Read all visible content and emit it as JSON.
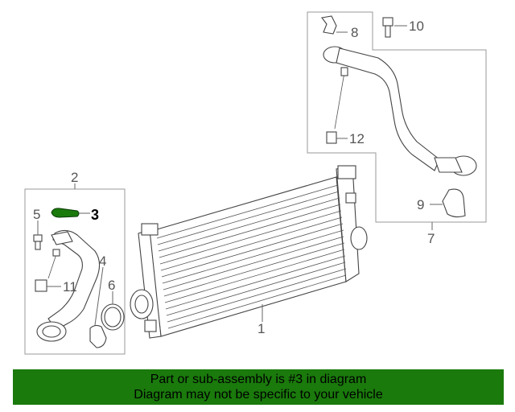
{
  "callouts": [
    {
      "id": "1",
      "label": "1"
    },
    {
      "id": "2",
      "label": "2"
    },
    {
      "id": "3",
      "label": "3"
    },
    {
      "id": "4",
      "label": "4"
    },
    {
      "id": "5",
      "label": "5"
    },
    {
      "id": "6",
      "label": "6"
    },
    {
      "id": "7",
      "label": "7"
    },
    {
      "id": "8",
      "label": "8"
    },
    {
      "id": "9",
      "label": "9"
    },
    {
      "id": "10",
      "label": "10"
    },
    {
      "id": "11",
      "label": "11"
    },
    {
      "id": "12",
      "label": "12"
    }
  ],
  "highlight_part": "3",
  "colors": {
    "banner_bg": "#1a7a0c",
    "highlight_part": "#1a7a0c",
    "line_art": "#444444"
  },
  "banner": {
    "line1": "Part or sub-assembly is #3 in diagram",
    "line2": "Diagram may not be specific to your vehicle"
  }
}
